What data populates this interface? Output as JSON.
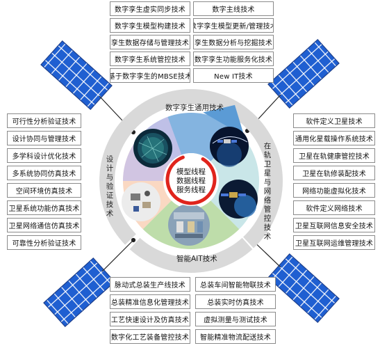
{
  "top_left_boxes": [
    "数字孪生虚实同步技术",
    "数字孪生模型构建技术",
    "孪生数据存储与管理技术",
    "数字孪生系统管控技术",
    "基于数字孪生的MBSE技术"
  ],
  "top_right_boxes": [
    "数字主线技术",
    "数字孪生模型更新/管理技术",
    "孪生数据分析与挖掘技术",
    "数字孪生功能服务化技术",
    "New IT技术"
  ],
  "left_boxes": [
    "可行性分析验证技术",
    "设计协同与管理技术",
    "多学科设计优化技术",
    "多系统协同仿真技术",
    "空间环境仿真技术",
    "卫星系统功能仿真技术",
    "卫星网络通信仿真技术",
    "可靠性分析验证技术"
  ],
  "right_boxes": [
    "软件定义卫星技术",
    "通用化星载操作系统技术",
    "卫星在轨健康管控技术",
    "卫星在轨修装配技术",
    "网络功能虚拟化技术",
    "软件定义网络技术",
    "卫星互联网信息安全技术",
    "卫星互联网运维管理技术"
  ],
  "bottom_left_boxes": [
    "脉动式总装生产线技术",
    "总装精准信息化管理技术",
    "工艺快速设计及仿真技术",
    "数字化工艺装备管控技术"
  ],
  "bottom_right_boxes": [
    "总装车间智能物联技术",
    "总装实时仿真技术",
    "虚拟测量与测试技术",
    "智能精准物流配送技术"
  ],
  "ring_labels": {
    "top": "数字孪生通用技术",
    "left": "设计与验证技术",
    "right": "在轨卫星与网络管控技术",
    "bottom": "智能AIT技术"
  },
  "center_lines": [
    "模型线程",
    "数据线程",
    "服务线程"
  ],
  "colors": {
    "ring_band": "#d9d9d9",
    "arrow_blue": "#5b9bd5",
    "sector_purple": "#c9c2e8",
    "sector_teal": "#b7dde0",
    "sector_green": "#a8d18d",
    "sector_orange": "#f8cbad",
    "center_circle_red": "#e0241c",
    "solar_panel_blue": "#1f5fd1",
    "box_border": "#8a8a8a"
  }
}
